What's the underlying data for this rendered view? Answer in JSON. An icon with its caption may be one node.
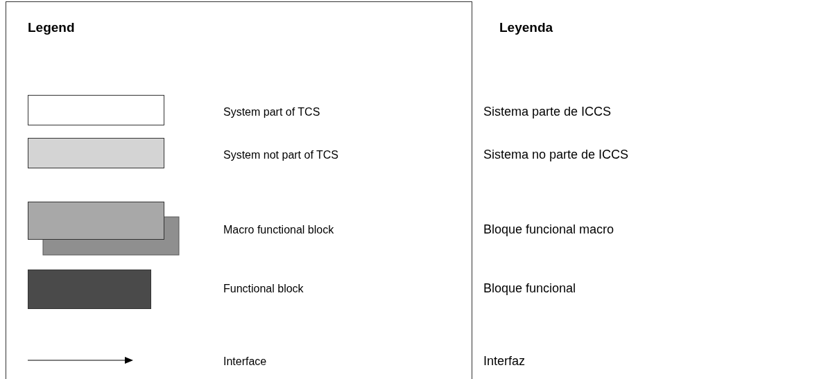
{
  "diagram": {
    "labels": [
      "Legend",
      "Leyenda",
      "Sistema parte de ICCS",
      "Sistema no parte de ICCS",
      "Bloque funcional macro",
      "Bloque funcional",
      "Interfaz"
    ],
    "legend": [
      {
        "text": "System part of TCS",
        "color": "#ffffff"
      },
      {
        "text": "System not part of TCS",
        "color": "#d4d4d4"
      },
      {
        "text": "Macro functional block",
        "color": "#a8a8a8"
      },
      {
        "text": "Functional block",
        "color": "#4a4a4a"
      },
      {
        "text": "Interface"
      }
    ]
  }
}
